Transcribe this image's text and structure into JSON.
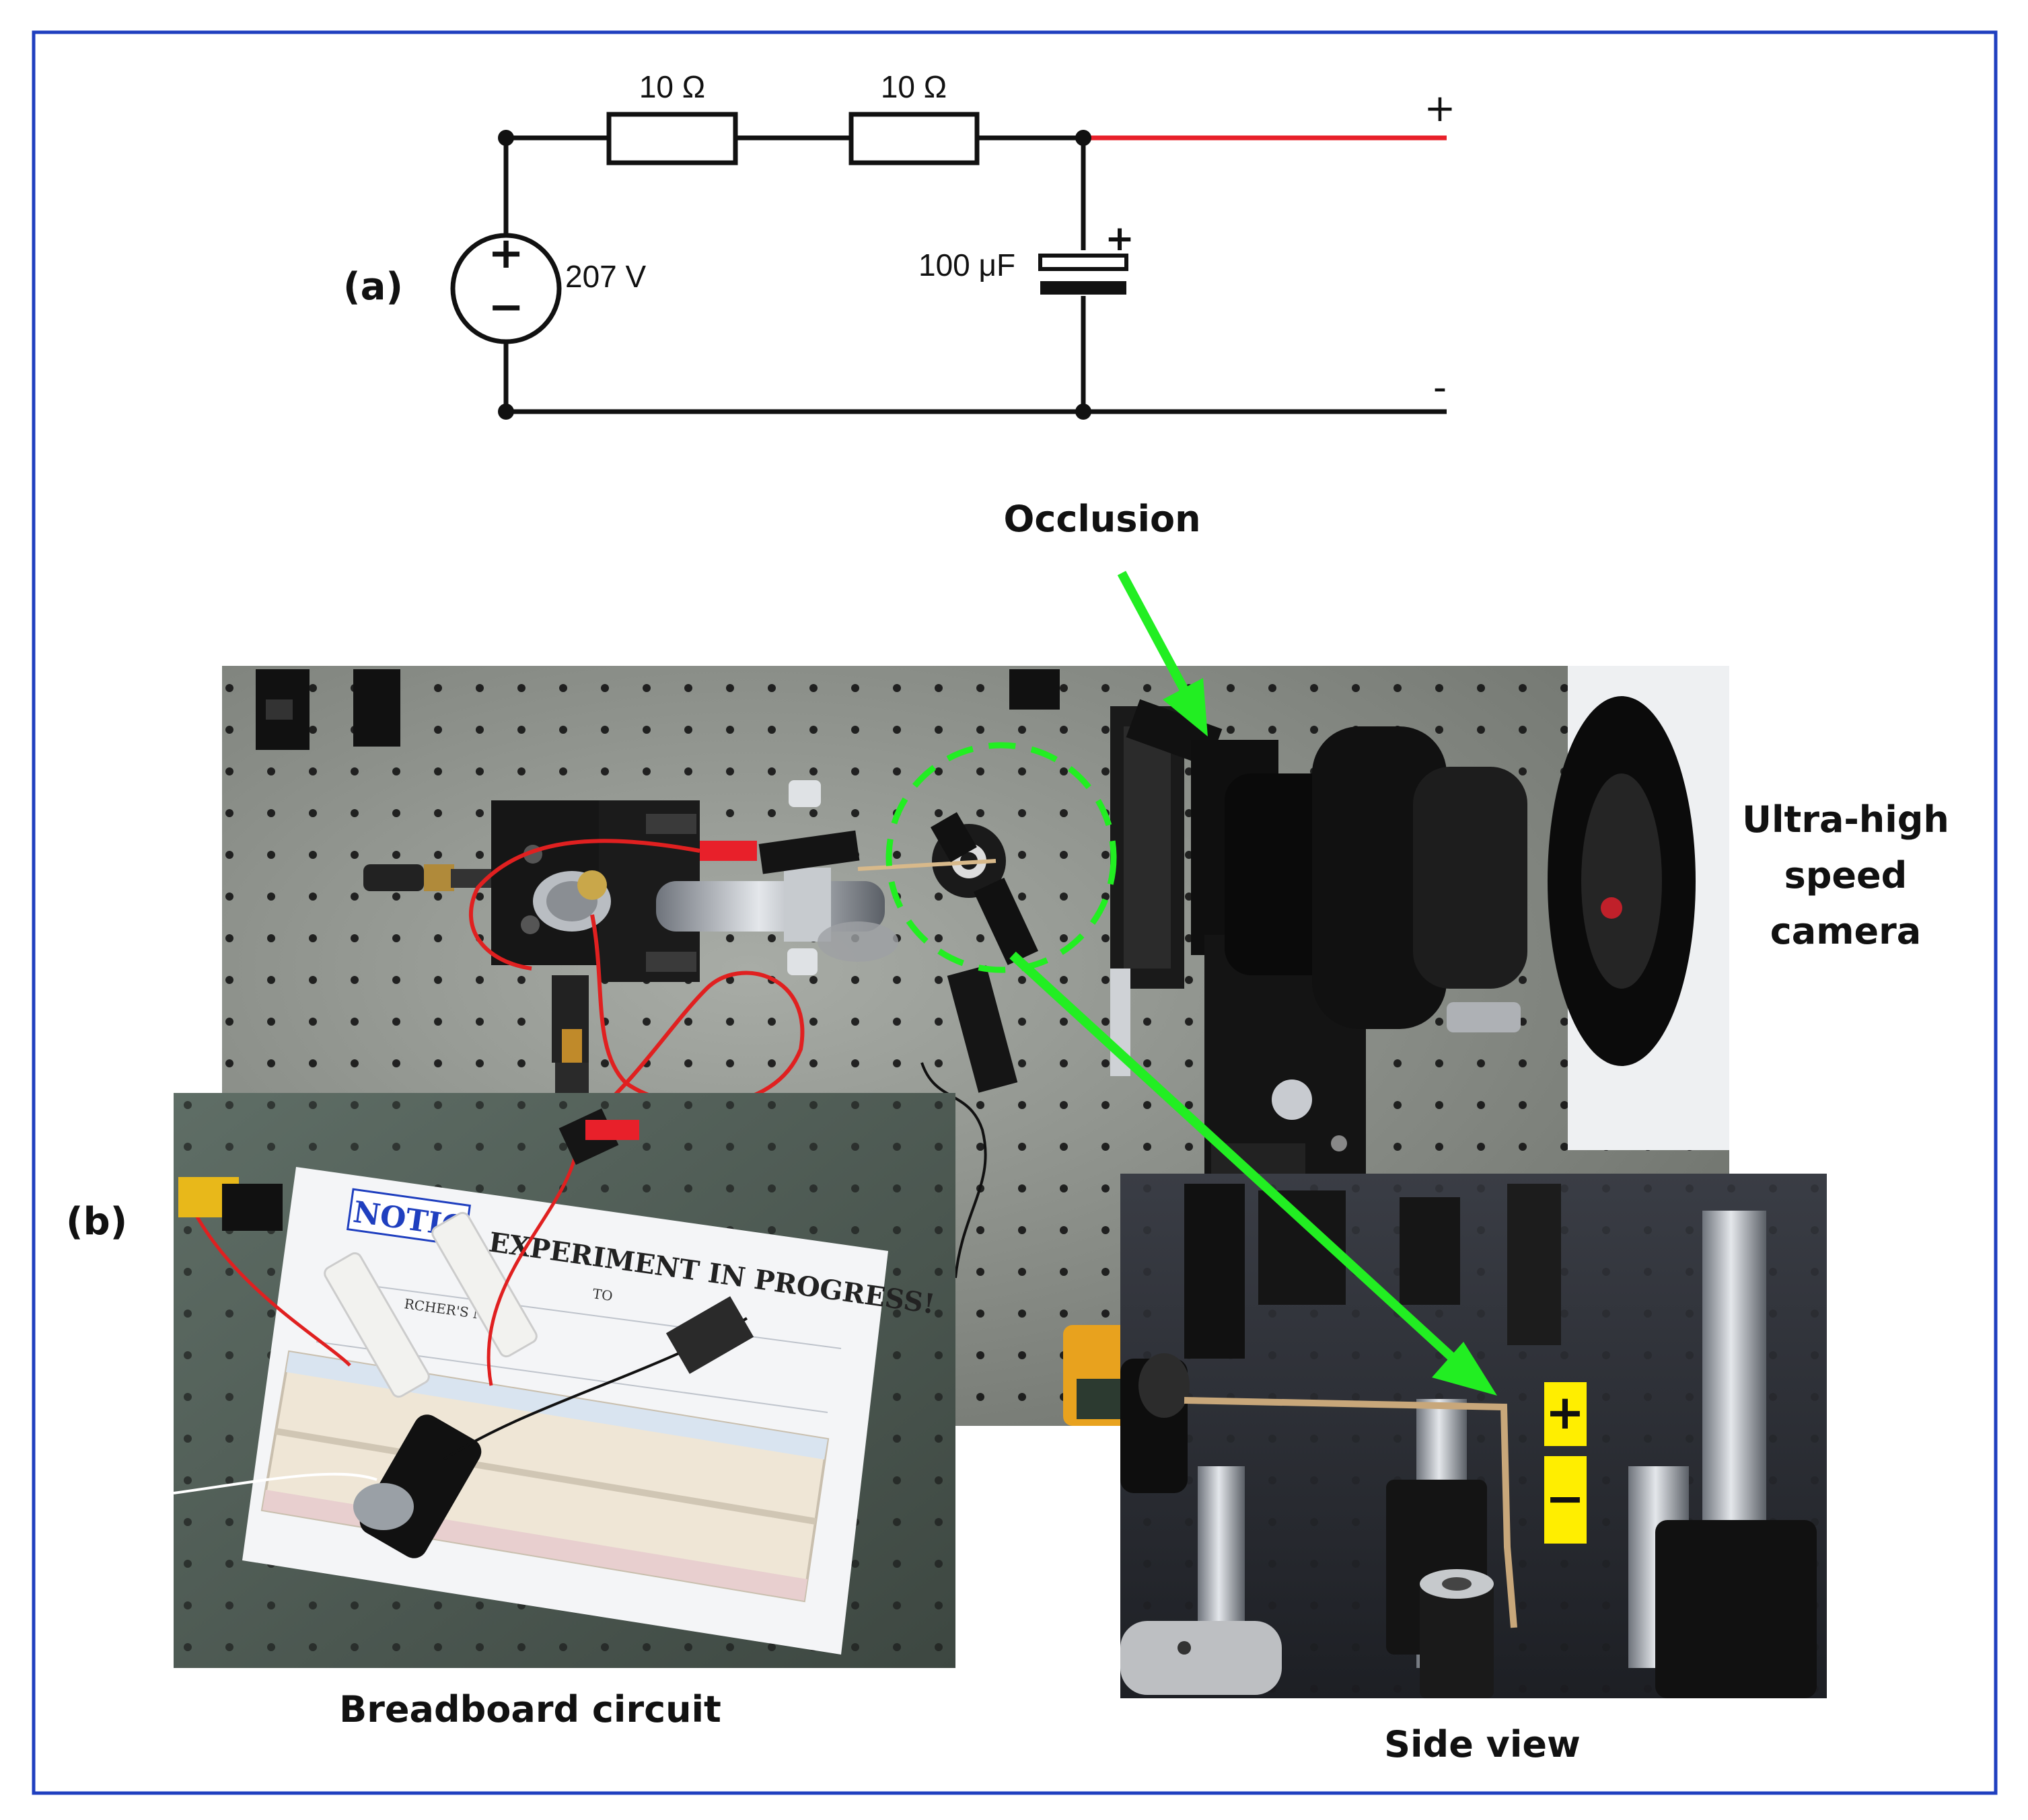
{
  "panel_labels": {
    "a": "(a)",
    "b": "(b)"
  },
  "circuit": {
    "resistor_1": "10 Ω",
    "resistor_2": "10 Ω",
    "source_voltage": "207 V",
    "source_plus": "+",
    "source_minus": "−",
    "capacitor": "100 μF",
    "capacitor_plus": "+",
    "output_plus": "+",
    "output_minus": "-"
  },
  "annotations": {
    "occlusion": "Occlusion",
    "camera_line1": "Ultra-high",
    "camera_line2": "speed",
    "camera_line3": "camera",
    "breadboard": "Breadboard circuit",
    "side_view": "Side view",
    "side_plus": "+",
    "side_minus": "−"
  },
  "notice_sheet": {
    "notice": "NOTIC",
    "headline": "EXPERIMENT IN PROGRESS!",
    "field_to": "TO",
    "field_researcher": "RCHER'S NAME"
  },
  "colors": {
    "frame": "#1f3fbf",
    "positive_wire": "#e8202a",
    "arrow": "#22ee22",
    "marker_yellow": "#ffee00"
  }
}
